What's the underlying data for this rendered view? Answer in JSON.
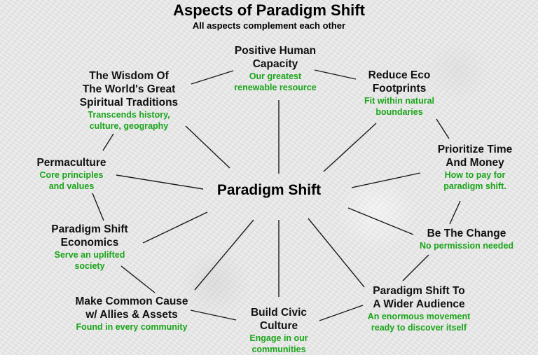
{
  "header": {
    "title": "Aspects of Paradigm Shift",
    "subtitle": "All aspects complement each other"
  },
  "center": {
    "label": "Paradigm Shift"
  },
  "nodes": [
    {
      "id": "positive-human-capacity",
      "title": [
        "Positive Human",
        "Capacity"
      ],
      "desc": [
        "Our greatest",
        "renewable resource"
      ]
    },
    {
      "id": "reduce-eco-footprints",
      "title": [
        "Reduce Eco",
        "Footprints"
      ],
      "desc": [
        "Fit within natural",
        "boundaries"
      ]
    },
    {
      "id": "prioritize-time-and-money",
      "title": [
        "Prioritize Time",
        "And Money"
      ],
      "desc": [
        "How to pay for",
        "paradigm shift."
      ]
    },
    {
      "id": "be-the-change",
      "title": [
        "Be The Change"
      ],
      "desc": [
        "No permission needed"
      ]
    },
    {
      "id": "wider-audience",
      "title": [
        "Paradigm Shift To",
        "A Wider Audience"
      ],
      "desc": [
        "An enormous movement",
        "ready to discover itself"
      ]
    },
    {
      "id": "build-civic-culture",
      "title": [
        "Build Civic",
        "Culture"
      ],
      "desc": [
        "Engage in our",
        "communities"
      ]
    },
    {
      "id": "make-common-cause",
      "title": [
        "Make Common Cause",
        "w/ Allies & Assets"
      ],
      "desc": [
        "Found in every community"
      ]
    },
    {
      "id": "paradigm-shift-economics",
      "title": [
        "Paradigm Shift",
        "Economics"
      ],
      "desc": [
        "Serve an uplifted",
        "society"
      ]
    },
    {
      "id": "permaculture",
      "title": [
        "Permaculture"
      ],
      "desc": [
        "Core principles",
        "and values"
      ]
    },
    {
      "id": "wisdom-traditions",
      "title": [
        "The Wisdom Of",
        "The World's Great",
        "Spiritual Traditions"
      ],
      "desc": [
        "Transcends history,",
        "culture, geography"
      ]
    }
  ],
  "colors": {
    "heading": "#111111",
    "description": "#1aa51a",
    "connector": "#1a1a1a"
  }
}
